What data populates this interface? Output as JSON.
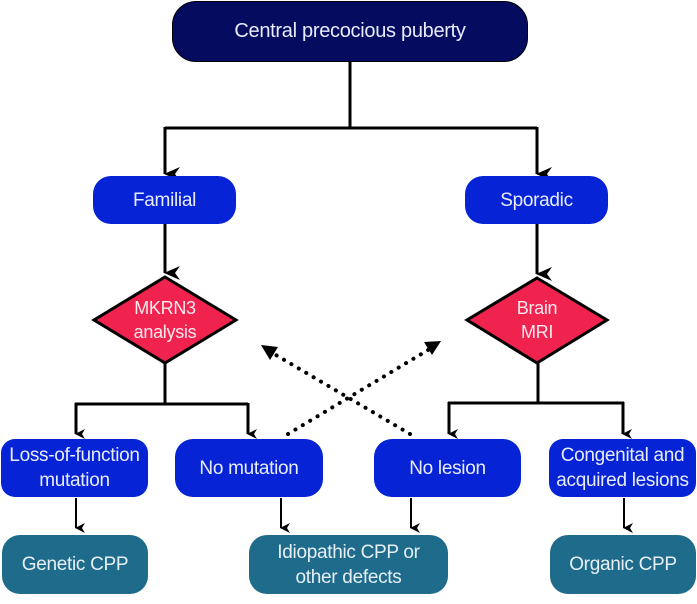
{
  "diagram": {
    "title": "Central precocious puberty",
    "root": {
      "label": "Central precocious puberty"
    },
    "branches": [
      {
        "id": "familial",
        "label": "Familial"
      },
      {
        "id": "sporadic",
        "label": "Sporadic"
      }
    ],
    "decisions": [
      {
        "id": "mkrn3",
        "lines": [
          "MKRN3",
          "analysis"
        ]
      },
      {
        "id": "brain-mri",
        "lines": [
          "Brain",
          "MRI"
        ]
      }
    ],
    "findings": [
      {
        "id": "lof",
        "lines": [
          "Loss-of-function",
          "mutation"
        ]
      },
      {
        "id": "no-mutation",
        "lines": [
          "No mutation"
        ]
      },
      {
        "id": "no-lesion",
        "lines": [
          "No lesion"
        ]
      },
      {
        "id": "lesions",
        "lines": [
          "Congenital and",
          "acquired lesions"
        ]
      }
    ],
    "outcomes": [
      {
        "id": "genetic",
        "lines": [
          "Genetic CPP"
        ]
      },
      {
        "id": "idiopathic",
        "lines": [
          "Idiopathic CPP or",
          "other defects"
        ]
      },
      {
        "id": "organic",
        "lines": [
          "Organic CPP"
        ]
      }
    ],
    "edges": [
      {
        "from": "root",
        "to": "familial",
        "style": "solid"
      },
      {
        "from": "root",
        "to": "sporadic",
        "style": "solid"
      },
      {
        "from": "familial",
        "to": "mkrn3",
        "style": "solid"
      },
      {
        "from": "sporadic",
        "to": "brain-mri",
        "style": "solid"
      },
      {
        "from": "mkrn3",
        "to": "lof",
        "style": "solid"
      },
      {
        "from": "mkrn3",
        "to": "no-mutation",
        "style": "solid"
      },
      {
        "from": "brain-mri",
        "to": "no-lesion",
        "style": "solid"
      },
      {
        "from": "brain-mri",
        "to": "lesions",
        "style": "solid"
      },
      {
        "from": "lof",
        "to": "genetic",
        "style": "solid"
      },
      {
        "from": "no-mutation",
        "to": "idiopathic",
        "style": "solid"
      },
      {
        "from": "no-lesion",
        "to": "idiopathic",
        "style": "solid"
      },
      {
        "from": "lesions",
        "to": "organic",
        "style": "solid"
      },
      {
        "from": "no-mutation",
        "to": "brain-mri",
        "style": "dotted"
      },
      {
        "from": "no-lesion",
        "to": "mkrn3",
        "style": "dotted"
      }
    ],
    "colors": {
      "root": "#050b5e",
      "category": "#0623d6",
      "decision": "#f0234f",
      "outcome": "#1f6b8c",
      "line": "#000000"
    }
  }
}
